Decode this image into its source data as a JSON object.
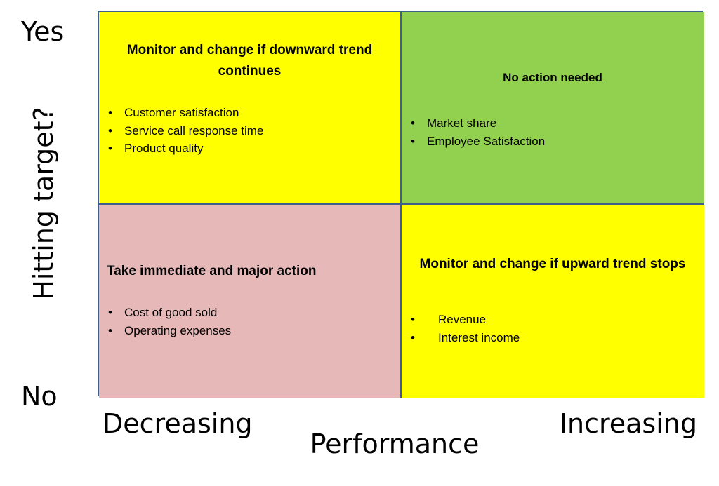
{
  "y_axis": {
    "title": "Hitting target?",
    "top_label": "Yes",
    "bottom_label": "No"
  },
  "x_axis": {
    "title": "Performance",
    "left_label": "Decreasing",
    "right_label": "Increasing"
  },
  "bullet_symbol": "•",
  "quadrants": {
    "top_left": {
      "title": "Monitor and change if downward trend continues",
      "color": "#ffff00",
      "items": [
        "Customer satisfaction",
        "Service call response time",
        "Product quality"
      ]
    },
    "top_right": {
      "title": "No action needed",
      "color": "#92d050",
      "items": [
        "Market share",
        "Employee Satisfaction"
      ]
    },
    "bottom_left": {
      "title": "Take immediate and major action",
      "color": "#e6b9b8",
      "items": [
        "Cost of good sold",
        "Operating expenses"
      ]
    },
    "bottom_right": {
      "title": "Monitor and change if upward trend stops",
      "color": "#ffff00",
      "items": [
        "Revenue",
        "Interest income"
      ]
    }
  },
  "border_color": "#3f5f8a"
}
